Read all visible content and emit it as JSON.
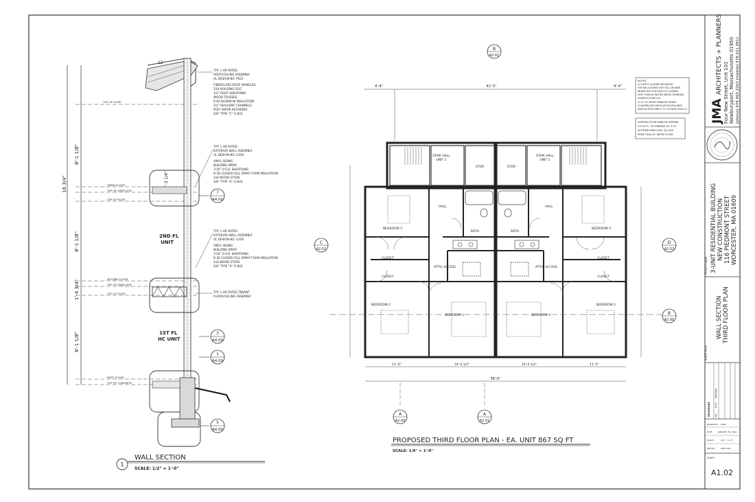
{
  "wall_section": {
    "title": "WALL SECTION",
    "scale": "SCALE:  1/2\" = 1'-0\"",
    "number": "1",
    "units": [
      "2ND FL",
      "UNIT",
      "1ST FL",
      "HC UNIT"
    ],
    "levels": [
      "TOP OF PLATE",
      "THIRD FLOOR",
      "TOP OF SUBFLOOR",
      "TOP OF PLATE",
      "SECOND FLOOR",
      "TOP OF SUBFLOOR",
      "TOP OF PLATE",
      "FIRST FLOOR",
      "TOP OF CONCRETE"
    ],
    "dims": [
      "8'-1 1/8\"",
      "16 3/4\"",
      "2'-3 1/4\"",
      "8'-1 1/8\"",
      "1'-4 3/4\"",
      "8'-1 1/8\""
    ],
    "roof_pitch": "12",
    "notes": {
      "roof": [
        "TYP. 1 HR RATED",
        "ROOF/CEILING ASSEMBLY",
        "UL DESIGN NO. P522",
        "FIBERGLASS ROOF SHINGLES",
        "15# BUILDING FELT",
        "1/2\" ROOF SHEATHING",
        "WOOD TRUSSES",
        "R-60 BLOWN-IN INSULATION",
        "1/2\" RESILIENT CHANNELS",
        "POLY VAPOR RETARDER",
        "5/8\" TYPE \"C\" G.W.B."
      ],
      "wall_upper": [
        "TYP. 1 HR RATED",
        "EXTERIOR WALL ASSEMBLY",
        "UL DESIGN NO. U356",
        "VINYL SIDING",
        "BUILDING WRAP",
        "7/16\" O.S.B. SHEATHING",
        "R-30 CLOSED CELL SPRAY FOAM INSULATION",
        "2x6 WOOD STUDS",
        "5/8\" TYPE \"X\" G.W.B."
      ],
      "wall_lower": [
        "TYP. 1 HR RATED",
        "EXTERIOR WALL ASSEMBLY",
        "UL DESIGN NO. U356",
        "VINYL SIDING",
        "BUILDING WRAP",
        "7/16\" O.S.B. SHEATHING",
        "R-30 CLOSED CELL SPRAY FOAM INSULATION",
        "2x6 WOOD STUDS",
        "5/8\" TYPE \"X\" G.W.B."
      ],
      "floor": [
        "TYP. 1 HR RATED TENANT",
        "FLOOR/CEILING ASSEMBLY"
      ]
    },
    "callouts": [
      {
        "num": "7",
        "sheet": "A4.00"
      },
      {
        "num": "3",
        "sheet": "A4.00"
      },
      {
        "num": "1",
        "sheet": "A4.00"
      },
      {
        "num": "5",
        "sheet": "A4.00"
      }
    ]
  },
  "floor_plan": {
    "title": "PROPOSED THIRD FLOOR PLAN - EA. UNIT 867 SQ FT",
    "scale": "SCALE: 1/4\" = 1'-0\"",
    "rooms": [
      "STAIR HALL",
      "UNIT 1",
      "STOR",
      "STOR",
      "STAIR HALL",
      "UNIT 2",
      "BEDROOM 3",
      "BEDROOM 3",
      "HALL",
      "HALL",
      "BATH",
      "BATH",
      "CLOSET",
      "CLOSET",
      "CLOSET",
      "CLOSET",
      "ATTIC ACCESS",
      "ATTIC ACCESS",
      "BEDROOM 2",
      "BEDROOM 2",
      "BEDROOM 1",
      "BEDROOM 1"
    ],
    "dims_top": [
      "4'-4\"",
      "41'-5\"",
      "4'-4\""
    ],
    "dims_bottom": [
      "11'-6\"",
      "10'-4 1/2\"",
      "10'-4 1/2\"",
      "11'-6\""
    ],
    "dim_overall": "58'-6\"",
    "markers": [
      {
        "letter": "B",
        "sheet": "A2.01"
      },
      {
        "letter": "C",
        "sheet": "A2.02"
      },
      {
        "letter": "D",
        "sheet": "A2.02"
      },
      {
        "letter": "B",
        "sheet": "A2.00"
      },
      {
        "letter": "A",
        "sheet": "A2.00"
      },
      {
        "letter": "A",
        "sheet": "A2.01"
      }
    ],
    "notes": [
      "NOTES:",
      "1) SAFETY GLAZING REQUIRED",
      "FOR ENCLOSURES FOR TUB, SHOWER",
      "WHERE BOTTOM EDGE OF GLAZING",
      "LESS THAN 60 INCHES ABOVE STANDING",
      "SURFACE (R308.4.5)",
      "2) GC TO VERIFY WINDOW ORDER",
      "3) BATHROOM VENTILATION REQUIRED",
      "AND ROUTED DIRECT TO OUTSIDE (R303.3)"
    ],
    "egress": [
      "SLEEPING ROOM WINDOW OPENING",
      "5.0 SQ FT., 5% MINIMUM 20\" X 24\"",
      "IN EITHER DIRECTION. SILL NOT",
      "MORE THAN 44\" ABOVE FLOOR."
    ]
  },
  "title_block": {
    "firm_name": "JMA",
    "firm_rest": "ARCHITECTS + PLANNERS",
    "address1": "Four New Street, Unit 101",
    "address2": "Newburyport, Massachusetts 01950",
    "phone": "[phone] 978.465.2263 [mobile] 978.621.0811",
    "project_label": "PROJECT NAME",
    "project": [
      "3-UNIT RESIDENTIAL BUILDING",
      "NEW CONSTRUCTION",
      "116 PIEDMONT STREET",
      "WORCESTER, MA 01609"
    ],
    "sheet_title_label": "SHEET TITLE",
    "sheet_title": [
      "WALL SECTION",
      "THIRD FLOOR PLAN"
    ],
    "revisions_label": "REVISIONS",
    "rev_headers": [
      "NO.",
      "DATE",
      "REMARKS"
    ],
    "drawn_by_label": "DRAWN BY",
    "drawn_by": "MDW",
    "date_label": "DATE",
    "date": "JANUARY 30, 2024",
    "scale_label": "SCALE",
    "scale": "1/4\" = 1'-0\"",
    "job_label": "JOB NO.",
    "job": "2023-022",
    "sheet_label": "SHEET",
    "sheet_no": "A1.02"
  }
}
